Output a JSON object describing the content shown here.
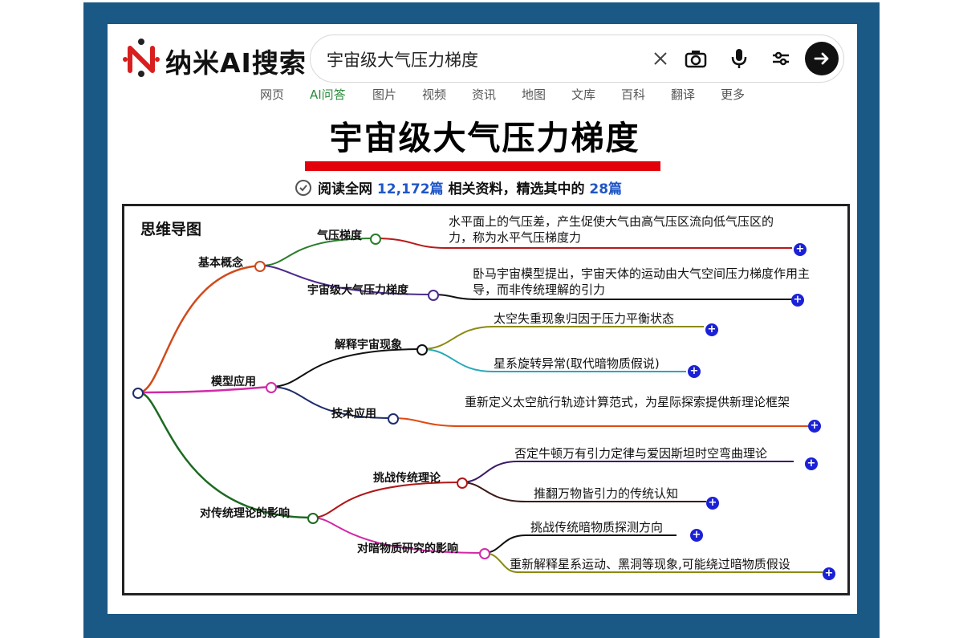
{
  "brand": {
    "name": "纳米AI搜索"
  },
  "search": {
    "query": "宇宙级大气压力梯度",
    "icons": [
      "close-icon",
      "camera-icon",
      "microphone-icon",
      "filter-icon",
      "arrow-right-icon"
    ]
  },
  "nav": {
    "tabs": [
      "网页",
      "AI问答",
      "图片",
      "视频",
      "资讯",
      "地图",
      "文库",
      "百科",
      "翻译",
      "更多"
    ],
    "active": "AI问答"
  },
  "headline": "宇宙级大气压力梯度",
  "stats": {
    "prefix": "阅读全网",
    "total": "12,172篇",
    "middle": "相关资料，精选其中的",
    "selected": "28篇"
  },
  "mindmap": {
    "title": "思维导图",
    "branches": [
      {
        "label": "基本概念",
        "children": [
          {
            "label": "气压梯度",
            "leaves": [
              "水平面上的气压差，产生促使大气由高气压区流向低气压区的力，称为水平气压梯度力"
            ]
          },
          {
            "label": "宇宙级大气压力梯度",
            "leaves": [
              "卧马宇宙模型提出，宇宙天体的运动由大气空间压力梯度作用主导，而非传统理解的引力"
            ]
          }
        ]
      },
      {
        "label": "模型应用",
        "children": [
          {
            "label": "解释宇宙现象",
            "leaves": [
              "太空失重现象归因于压力平衡状态",
              "星系旋转异常(取代暗物质假说)"
            ]
          },
          {
            "label": "技术应用",
            "leaves": [
              "重新定义太空航行轨迹计算范式，为星际探索提供新理论框架"
            ]
          }
        ]
      },
      {
        "label": "对传统理论的影响",
        "children": [
          {
            "label": "挑战传统理论",
            "leaves": [
              "否定牛顿万有引力定律与爱因斯坦时空弯曲理论",
              "推翻万物皆引力的传统认知"
            ]
          },
          {
            "label": "对暗物质研究的影响",
            "leaves": [
              "挑战传统暗物质探测方向",
              "重新解释星系运动、黑洞等现象,可能绕过暗物质假设"
            ]
          }
        ]
      }
    ]
  },
  "colors": {
    "frame": "#1a5886",
    "underline": "#e3000b",
    "accent": "#1f56c8",
    "active_tab": "#2a8a3a",
    "plus": "#1b21d6"
  }
}
